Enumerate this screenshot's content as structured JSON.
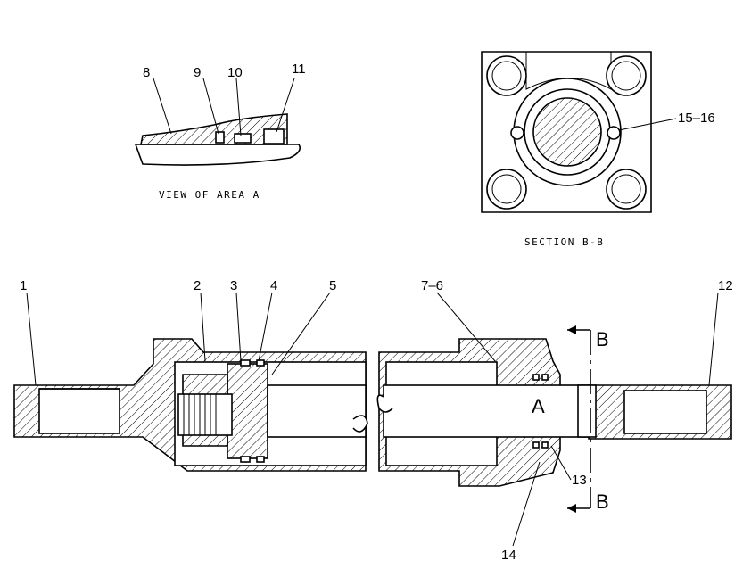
{
  "labels": {
    "view_a": {
      "n8": "8",
      "n9": "9",
      "n10": "10",
      "n11": "11"
    },
    "section_b": {
      "n15_16": "15–16"
    },
    "main": {
      "n1": "1",
      "n2": "2",
      "n3": "3",
      "n4": "4",
      "n5": "5",
      "n7_6": "7–6",
      "n12": "12",
      "n13": "13",
      "n14": "14",
      "area_a": "A",
      "b_top": "B",
      "b_bottom": "B"
    }
  },
  "captions": {
    "view_of_area_a": "VIEW OF AREA A",
    "section_b_b": "SECTION B-B"
  }
}
